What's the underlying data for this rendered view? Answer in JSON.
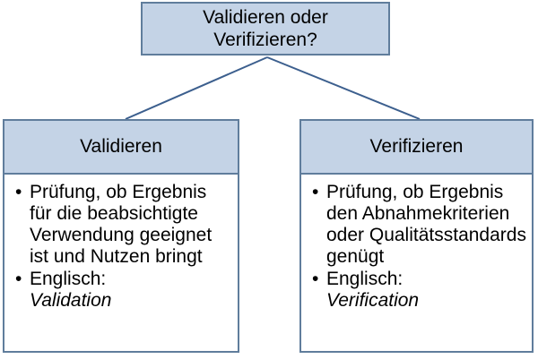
{
  "root_box": {
    "line1": "Validieren oder",
    "line2": "Verifizieren?"
  },
  "left_box": {
    "header": "Validieren",
    "bullet1_lines": [
      "Prüfung, ob Ergebnis",
      "für die beabsichtigte",
      "Verwendung geeignet",
      "ist und Nutzen bringt"
    ],
    "bullet2_label": "Englisch:",
    "bullet2_term": "Validation"
  },
  "right_box": {
    "header": "Verifizieren",
    "bullet1_lines": [
      "Prüfung, ob Ergebnis",
      "den Abnahmekriterien",
      "oder Qualitätsstandards",
      "genügt"
    ],
    "bullet2_label": "Englisch:",
    "bullet2_term": "Verification"
  },
  "bullet_glyph": "•",
  "colors": {
    "box_fill": "#c4d3e6",
    "box_border": "#607d9c",
    "connector_line": "#3c5f8e",
    "text": "#000000",
    "background": "#ffffff"
  }
}
